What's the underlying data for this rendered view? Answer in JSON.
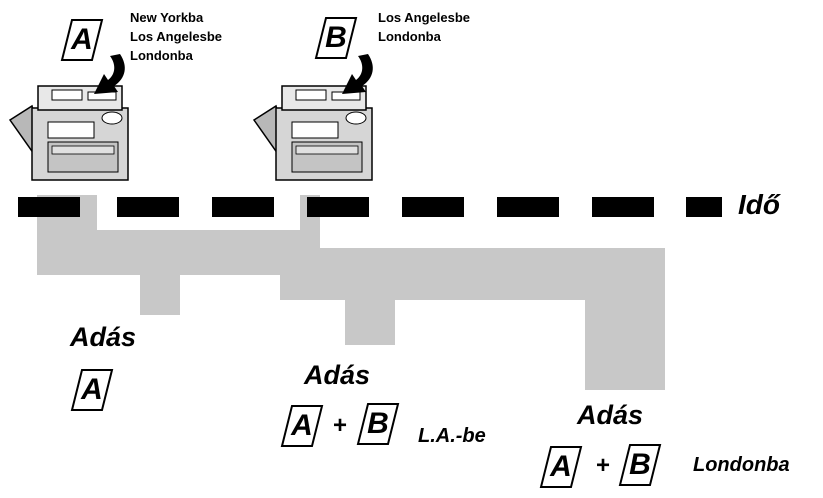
{
  "timeline": {
    "label": "Idő"
  },
  "documents": {
    "a": "A",
    "b": "B"
  },
  "fax_machines": [
    {
      "destinations": [
        "New Yorkba",
        "Los Angelesbe",
        "Londonba"
      ]
    },
    {
      "destinations": [
        "Los Angelesbe",
        "Londonba"
      ]
    }
  ],
  "transmissions": [
    {
      "label": "Adás",
      "dest": ""
    },
    {
      "label": "Adás",
      "plus": "+",
      "dest": "L.A.-be"
    },
    {
      "label": "Adás",
      "plus": "+",
      "dest": "Londonba"
    }
  ],
  "colors": {
    "flow": "#c8c8c8",
    "dash": "#000000",
    "machine": "#d6d6d6"
  }
}
